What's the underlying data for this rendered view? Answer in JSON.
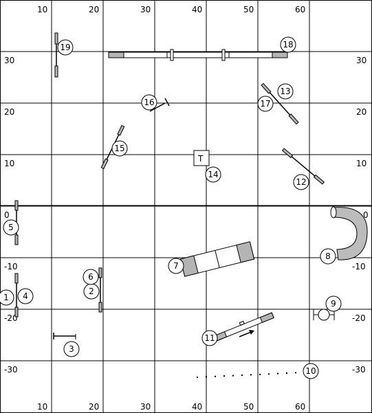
{
  "grid": {
    "x_ticks_top": [
      "10",
      "20",
      "30",
      "40",
      "50",
      "60"
    ],
    "x_ticks_bottom": [
      "10",
      "20",
      "30",
      "40",
      "50",
      "60"
    ],
    "y_ticks_left": [
      "30",
      "20",
      "10",
      "0",
      "-10",
      "-20",
      "-30"
    ],
    "y_ticks_right": [
      "30",
      "20",
      "10",
      "0",
      "-10",
      "-20",
      "-30"
    ]
  },
  "obstacles": [
    {
      "number": "1",
      "type": "jump"
    },
    {
      "number": "2",
      "type": "jump"
    },
    {
      "number": "3",
      "type": "wing-jump"
    },
    {
      "number": "4",
      "type": "jump"
    },
    {
      "number": "5",
      "type": "jump"
    },
    {
      "number": "6",
      "type": "jump"
    },
    {
      "number": "7",
      "type": "a-frame"
    },
    {
      "number": "8",
      "type": "tunnel"
    },
    {
      "number": "9",
      "type": "tire"
    },
    {
      "number": "10",
      "type": "weave-poles"
    },
    {
      "number": "11",
      "type": "seesaw"
    },
    {
      "number": "12",
      "type": "jump"
    },
    {
      "number": "13",
      "type": "jump"
    },
    {
      "number": "14",
      "type": "table"
    },
    {
      "number": "15",
      "type": "jump"
    },
    {
      "number": "16",
      "type": "wing-jump"
    },
    {
      "number": "17",
      "type": "jump"
    },
    {
      "number": "18",
      "type": "dog-walk"
    },
    {
      "number": "19",
      "type": "jump"
    }
  ],
  "table_label": "T",
  "colors": {
    "line": "#000000",
    "contact": "#b4b4b4",
    "tunnel": "#bcbcbc",
    "bar": "#ffffff"
  }
}
